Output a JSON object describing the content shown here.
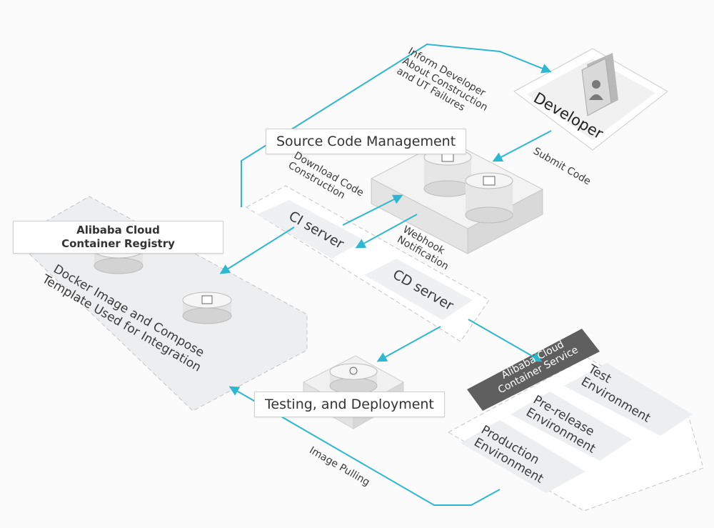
{
  "colors": {
    "arrow": "#2db7d1",
    "zone": "#eceef0",
    "dash": "#c4c4c4",
    "service_band": "#5f5f5f"
  },
  "labels": {
    "source_code_management": "Source Code Management",
    "registry_line1": "Alibaba Cloud",
    "registry_line2": "Container Registry",
    "registry_desc_line1": "Docker Image and Compose",
    "registry_desc_line2": "Template Used for Integration",
    "ci_server": "CI server",
    "cd_server": "CD server",
    "developer": "Developer",
    "inform_line1": "Inform Developer",
    "inform_line2": "About Construction",
    "inform_line3": "and UT Failures",
    "submit_code": "Submit Code",
    "download_line1": "Download Code",
    "download_line2": "Construction",
    "webhook_line1": "Webhook",
    "webhook_line2": "Notification",
    "service_line1": "Alibaba Cloud",
    "service_line2": "Container Service",
    "test_line1": "Test",
    "test_line2": "Environment",
    "prerelease_line1": "Pre-release",
    "prerelease_line2": "Environment",
    "production_line1": "Production",
    "production_line2": "Environment",
    "testing_deployment": "Testing, and Deployment",
    "image_pulling": "Image Pulling"
  }
}
